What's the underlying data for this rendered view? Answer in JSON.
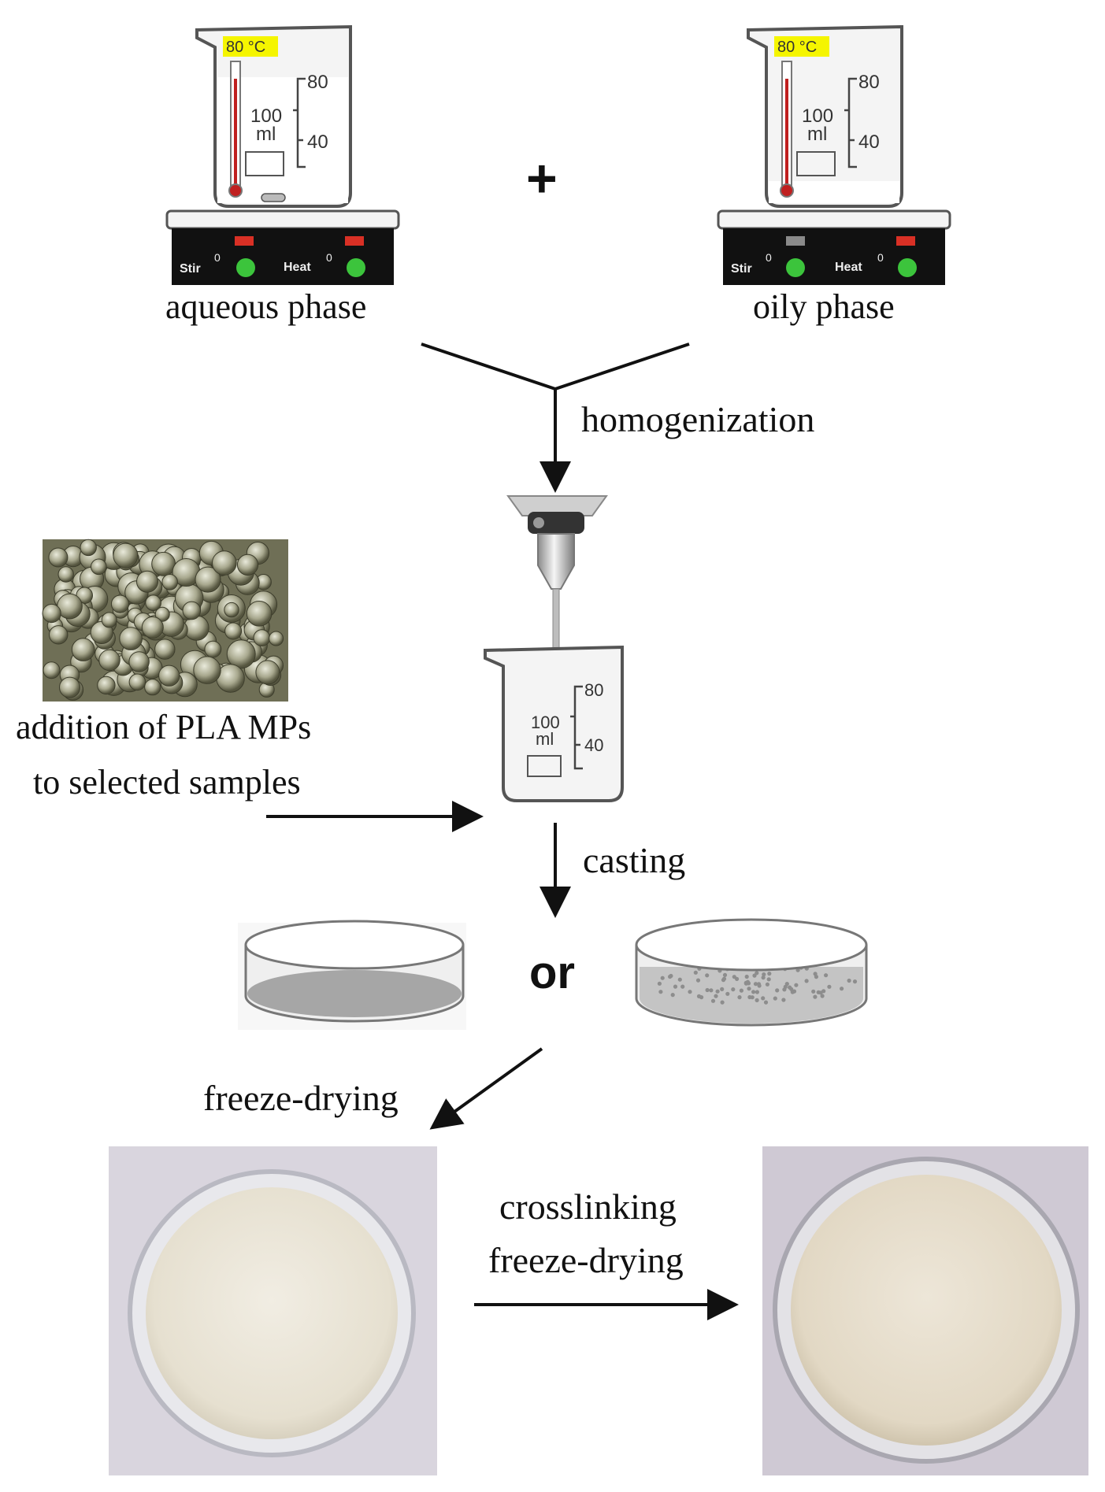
{
  "beaker_left": {
    "temp_label": "80 °C",
    "volume_label_top": "100",
    "volume_label_unit": "ml",
    "tick_top": "80",
    "tick_bottom": "40",
    "stir_label": "Stir",
    "heat_label": "Heat",
    "knob_zero": "0"
  },
  "beaker_right": {
    "temp_label": "80 °C",
    "volume_label_top": "100",
    "volume_label_unit": "ml",
    "tick_top": "80",
    "tick_bottom": "40",
    "stir_label": "Stir",
    "heat_label": "Heat",
    "knob_zero": "0"
  },
  "beaker_middle": {
    "volume_label_top": "100",
    "volume_label_unit": "ml",
    "tick_top": "80",
    "tick_bottom": "40"
  },
  "labels": {
    "plus": "+",
    "aqueous_phase": "aqueous phase",
    "oily_phase": "oily phase",
    "homogenization": "homogenization",
    "addition_line1": "addition of PLA MPs",
    "addition_line2": "to selected samples",
    "casting": "casting",
    "or": "or",
    "freeze_drying": "freeze-drying",
    "crosslinking": "crosslinking",
    "freeze_drying_2": "freeze-drying"
  },
  "colors": {
    "hotplate_body": "#111111",
    "indicator_red": "#d93025",
    "indicator_gray": "#8a8a8a",
    "knob_green": "#3cc43c",
    "temp_highlight": "#f5f500",
    "sponge": "#ebe6d8",
    "photo_bg": "#d9d5de"
  }
}
